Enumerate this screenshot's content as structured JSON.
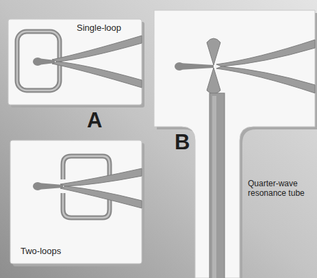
{
  "diagram": {
    "labels": [
      "Single-loop",
      "A",
      "Two-loops",
      "B",
      "Quarter-wave resonance tube"
    ]
  }
}
